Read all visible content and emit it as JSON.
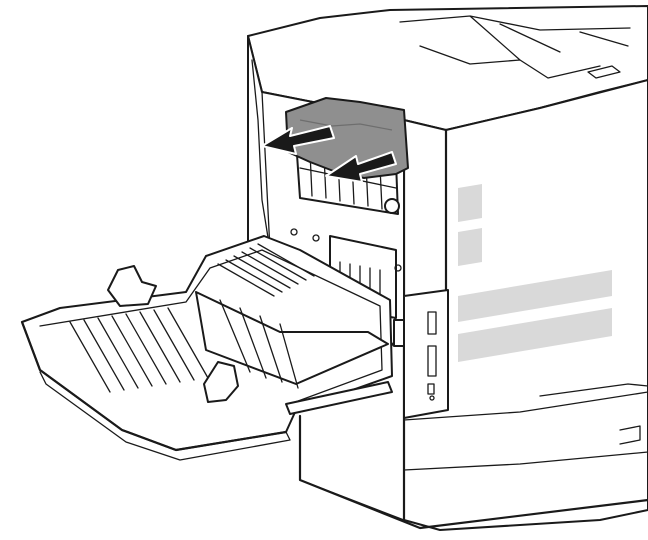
{
  "figure": {
    "subject": "printer-right-door-open-paper-jam",
    "jam_paper_color": "#8f8f8f",
    "label_panel_color": "#d9d9d9",
    "line_color": "#1a1a1a",
    "background_color": "#ffffff",
    "arrow_count": 2,
    "arrow_direction": "left"
  }
}
